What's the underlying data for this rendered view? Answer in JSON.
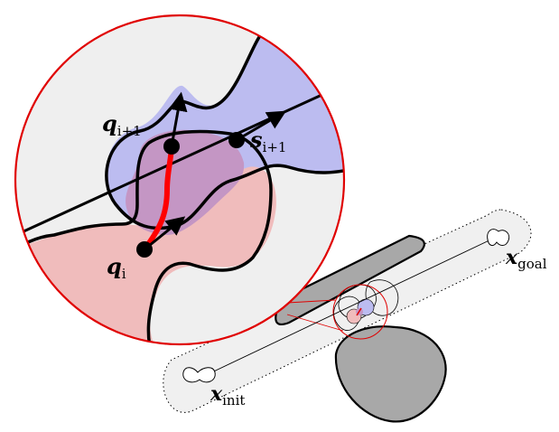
{
  "labels": {
    "q_next": {
      "main": "q",
      "sub": "i+1"
    },
    "s_next": {
      "main": "s",
      "sub": "i+1"
    },
    "q_i": {
      "main": "q",
      "sub": "i"
    },
    "x_goal": {
      "main": "x",
      "sub": "goal"
    },
    "x_init": {
      "main": "x",
      "sub": "init"
    }
  },
  "colors": {
    "magnifier_ring": "#e00000",
    "magnifier_fill": "#efefef",
    "blue_region": "#bcbcf0",
    "red_region": "#f0bcbc",
    "overlap_region": "#c496c4",
    "path_segment": "#ff0000",
    "obstacle": "#a8a8a8",
    "tunnel": "#f0f0f0"
  }
}
